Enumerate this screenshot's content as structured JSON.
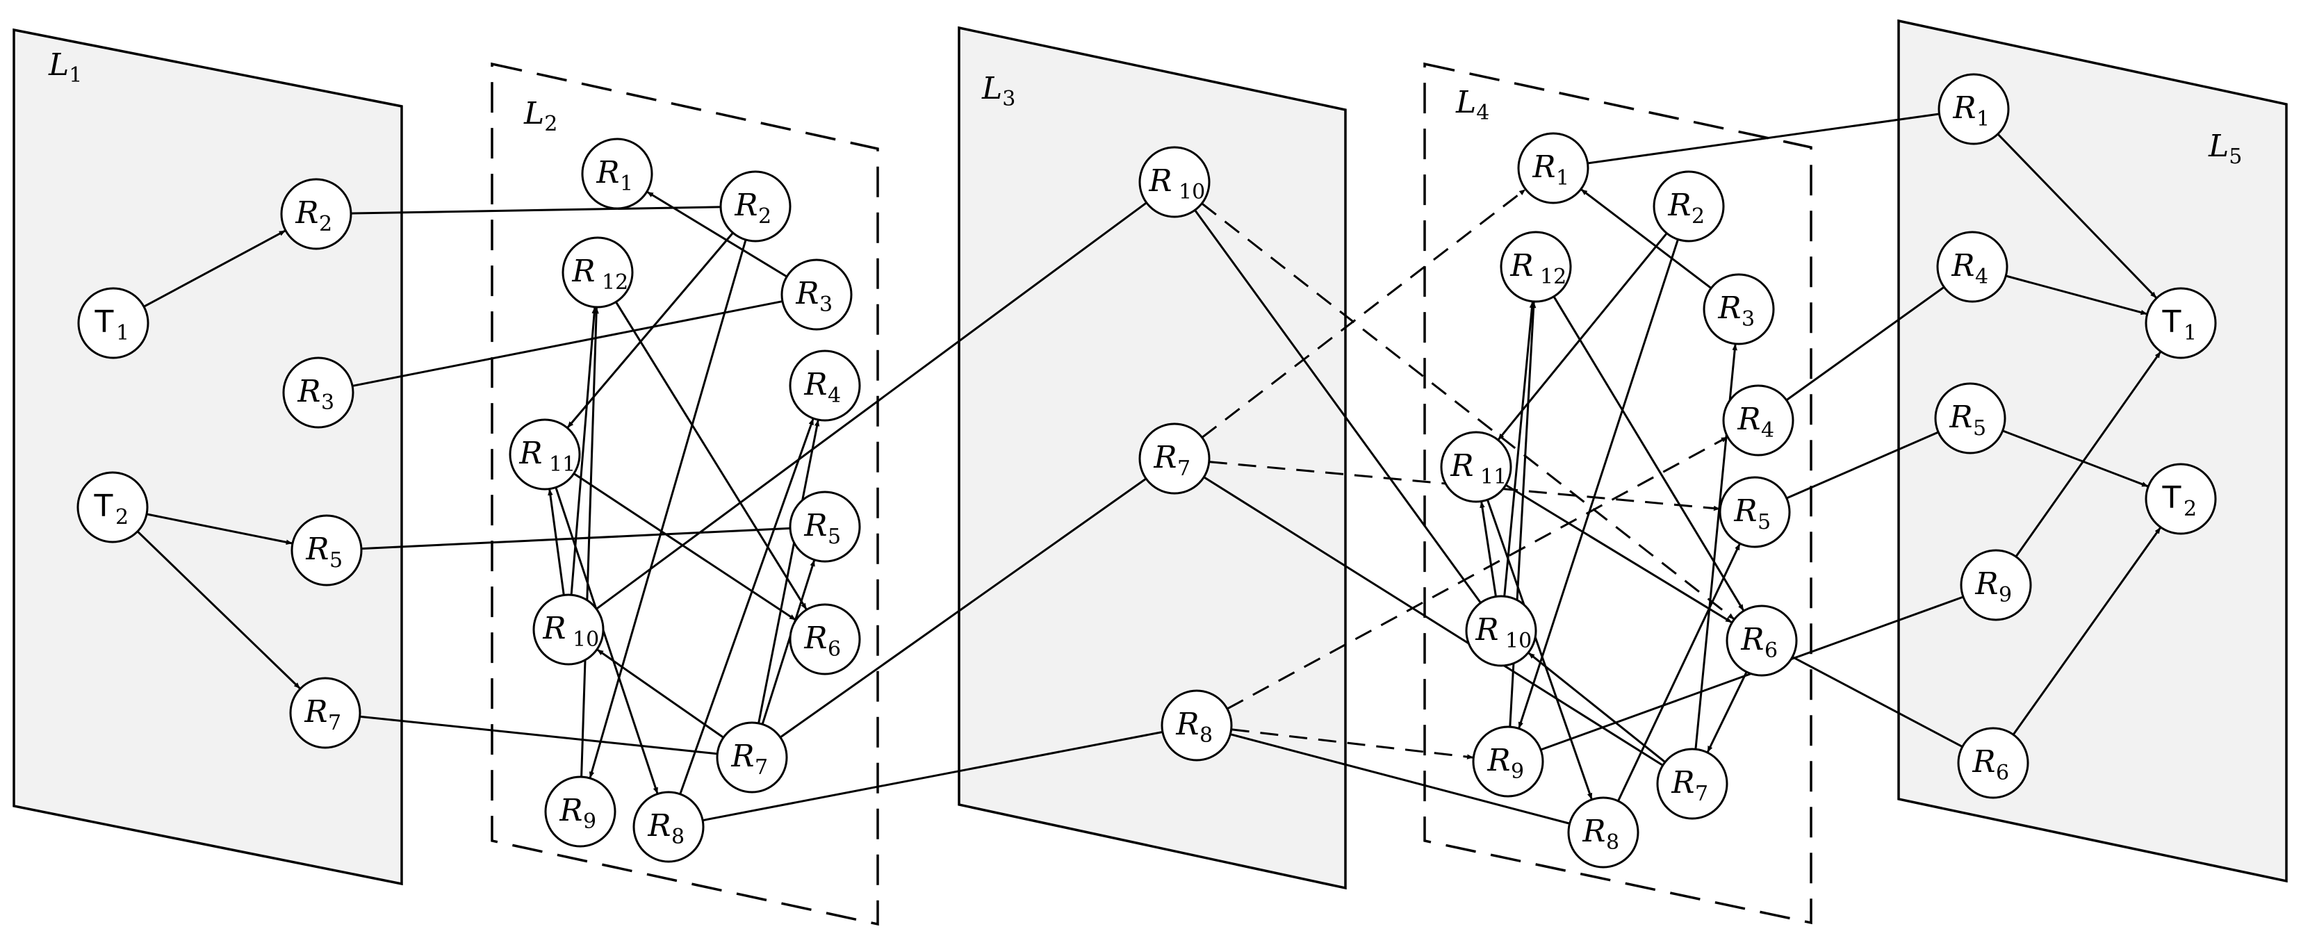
{
  "layers": [
    {
      "id": "L1",
      "label": "L",
      "sub": "1"
    },
    {
      "id": "L2",
      "label": "L",
      "sub": "2"
    },
    {
      "id": "L3",
      "label": "L",
      "sub": "3"
    },
    {
      "id": "L4",
      "label": "L",
      "sub": "4"
    },
    {
      "id": "L5",
      "label": "L",
      "sub": "5"
    }
  ],
  "nodes": [
    {
      "id": "L1-T1",
      "layer": "L1",
      "label": "T",
      "sub": "1",
      "kind": "T"
    },
    {
      "id": "L1-R2",
      "layer": "L1",
      "label": "R",
      "sub": "2",
      "kind": "R"
    },
    {
      "id": "L1-R3",
      "layer": "L1",
      "label": "R",
      "sub": "3",
      "kind": "R"
    },
    {
      "id": "L1-T2",
      "layer": "L1",
      "label": "T",
      "sub": "2",
      "kind": "T"
    },
    {
      "id": "L1-R5",
      "layer": "L1",
      "label": "R",
      "sub": "5",
      "kind": "R"
    },
    {
      "id": "L1-R7",
      "layer": "L1",
      "label": "R",
      "sub": "7",
      "kind": "R"
    },
    {
      "id": "L2-R1",
      "layer": "L2",
      "label": "R",
      "sub": "1",
      "kind": "R"
    },
    {
      "id": "L2-R2",
      "layer": "L2",
      "label": "R",
      "sub": "2",
      "kind": "R"
    },
    {
      "id": "L2-R12",
      "layer": "L2",
      "label": "R",
      "sub": "12",
      "kind": "R"
    },
    {
      "id": "L2-R3",
      "layer": "L2",
      "label": "R",
      "sub": "3",
      "kind": "R"
    },
    {
      "id": "L2-R4",
      "layer": "L2",
      "label": "R",
      "sub": "4",
      "kind": "R"
    },
    {
      "id": "L2-R11",
      "layer": "L2",
      "label": "R",
      "sub": "11",
      "kind": "R"
    },
    {
      "id": "L2-R5",
      "layer": "L2",
      "label": "R",
      "sub": "5",
      "kind": "R"
    },
    {
      "id": "L2-R10",
      "layer": "L2",
      "label": "R",
      "sub": "10",
      "kind": "R"
    },
    {
      "id": "L2-R6",
      "layer": "L2",
      "label": "R",
      "sub": "6",
      "kind": "R"
    },
    {
      "id": "L2-R7",
      "layer": "L2",
      "label": "R",
      "sub": "7",
      "kind": "R"
    },
    {
      "id": "L2-R9",
      "layer": "L2",
      "label": "R",
      "sub": "9",
      "kind": "R"
    },
    {
      "id": "L2-R8",
      "layer": "L2",
      "label": "R",
      "sub": "8",
      "kind": "R"
    },
    {
      "id": "L3-R10",
      "layer": "L3",
      "label": "R",
      "sub": "10",
      "kind": "R"
    },
    {
      "id": "L3-R7",
      "layer": "L3",
      "label": "R",
      "sub": "7",
      "kind": "R"
    },
    {
      "id": "L3-R8",
      "layer": "L3",
      "label": "R",
      "sub": "8",
      "kind": "R"
    },
    {
      "id": "L4-R1",
      "layer": "L4",
      "label": "R",
      "sub": "1",
      "kind": "R"
    },
    {
      "id": "L4-R2",
      "layer": "L4",
      "label": "R",
      "sub": "2",
      "kind": "R"
    },
    {
      "id": "L4-R12",
      "layer": "L4",
      "label": "R",
      "sub": "12",
      "kind": "R"
    },
    {
      "id": "L4-R3",
      "layer": "L4",
      "label": "R",
      "sub": "3",
      "kind": "R"
    },
    {
      "id": "L4-R4",
      "layer": "L4",
      "label": "R",
      "sub": "4",
      "kind": "R"
    },
    {
      "id": "L4-R11",
      "layer": "L4",
      "label": "R",
      "sub": "11",
      "kind": "R"
    },
    {
      "id": "L4-R5",
      "layer": "L4",
      "label": "R",
      "sub": "5",
      "kind": "R"
    },
    {
      "id": "L4-R10",
      "layer": "L4",
      "label": "R",
      "sub": "10",
      "kind": "R"
    },
    {
      "id": "L4-R6",
      "layer": "L4",
      "label": "R",
      "sub": "6",
      "kind": "R"
    },
    {
      "id": "L4-R9",
      "layer": "L4",
      "label": "R",
      "sub": "9",
      "kind": "R"
    },
    {
      "id": "L4-R7",
      "layer": "L4",
      "label": "R",
      "sub": "7",
      "kind": "R"
    },
    {
      "id": "L4-R8",
      "layer": "L4",
      "label": "R",
      "sub": "8",
      "kind": "R"
    },
    {
      "id": "L5-R1",
      "layer": "L5",
      "label": "R",
      "sub": "1",
      "kind": "R"
    },
    {
      "id": "L5-R4",
      "layer": "L5",
      "label": "R",
      "sub": "4",
      "kind": "R"
    },
    {
      "id": "L5-T1",
      "layer": "L5",
      "label": "T",
      "sub": "1",
      "kind": "T"
    },
    {
      "id": "L5-R5",
      "layer": "L5",
      "label": "R",
      "sub": "5",
      "kind": "R"
    },
    {
      "id": "L5-T2",
      "layer": "L5",
      "label": "T",
      "sub": "2",
      "kind": "T"
    },
    {
      "id": "L5-R9",
      "layer": "L5",
      "label": "R",
      "sub": "9",
      "kind": "R"
    },
    {
      "id": "L5-R6",
      "layer": "L5",
      "label": "R",
      "sub": "6",
      "kind": "R"
    }
  ],
  "edges": [
    {
      "from": "L1-T1",
      "to": "L1-R2",
      "style": "solid",
      "arrow": true
    },
    {
      "from": "L1-T2",
      "to": "L1-R5",
      "style": "solid",
      "arrow": true
    },
    {
      "from": "L1-T2",
      "to": "L1-R7",
      "style": "solid",
      "arrow": true
    },
    {
      "from": "L1-R2",
      "to": "L2-R2",
      "style": "solid",
      "arrow": false
    },
    {
      "from": "L1-R3",
      "to": "L2-R3",
      "style": "solid",
      "arrow": false
    },
    {
      "from": "L1-R5",
      "to": "L2-R5",
      "style": "solid",
      "arrow": false
    },
    {
      "from": "L1-R7",
      "to": "L2-R7",
      "style": "solid",
      "arrow": false
    },
    {
      "from": "L2-R3",
      "to": "L2-R1",
      "style": "solid",
      "arrow": true
    },
    {
      "from": "L2-R2",
      "to": "L2-R11",
      "style": "solid",
      "arrow": true
    },
    {
      "from": "L2-R2",
      "to": "L2-R9",
      "style": "solid",
      "arrow": true
    },
    {
      "from": "L2-R12",
      "to": "L2-R6",
      "style": "solid",
      "arrow": true
    },
    {
      "from": "L2-R11",
      "to": "L2-R6",
      "style": "solid",
      "arrow": true
    },
    {
      "from": "L2-R11",
      "to": "L2-R8",
      "style": "solid",
      "arrow": true
    },
    {
      "from": "L2-R10",
      "to": "L2-R11",
      "style": "solid",
      "arrow": true
    },
    {
      "from": "L2-R10",
      "to": "L2-R12",
      "style": "solid",
      "arrow": true
    },
    {
      "from": "L2-R9",
      "to": "L2-R12",
      "style": "solid",
      "arrow": true
    },
    {
      "from": "L2-R8",
      "to": "L2-R4",
      "style": "solid",
      "arrow": true
    },
    {
      "from": "L2-R7",
      "to": "L2-R10",
      "style": "solid",
      "arrow": true
    },
    {
      "from": "L2-R7",
      "to": "L2-R4",
      "style": "solid",
      "arrow": true
    },
    {
      "from": "L2-R7",
      "to": "L2-R5",
      "style": "solid",
      "arrow": true
    },
    {
      "from": "L2-R10",
      "to": "L3-R10",
      "style": "solid",
      "arrow": false
    },
    {
      "from": "L2-R7",
      "to": "L3-R7",
      "style": "solid",
      "arrow": false
    },
    {
      "from": "L2-R8",
      "to": "L3-R8",
      "style": "solid",
      "arrow": false
    },
    {
      "from": "L3-R10",
      "to": "L4-R10",
      "style": "solid",
      "arrow": false
    },
    {
      "from": "L3-R7",
      "to": "L4-R7",
      "style": "solid",
      "arrow": false
    },
    {
      "from": "L3-R8",
      "to": "L4-R8",
      "style": "solid",
      "arrow": false
    },
    {
      "from": "L3-R10",
      "to": "L4-R6",
      "style": "dashed",
      "arrow": true
    },
    {
      "from": "L3-R7",
      "to": "L4-R1",
      "style": "dashed",
      "arrow": true
    },
    {
      "from": "L3-R7",
      "to": "L4-R5",
      "style": "dashed",
      "arrow": true
    },
    {
      "from": "L3-R8",
      "to": "L4-R4",
      "style": "dashed",
      "arrow": true
    },
    {
      "from": "L3-R8",
      "to": "L4-R9",
      "style": "dashed",
      "arrow": true
    },
    {
      "from": "L4-R3",
      "to": "L4-R1",
      "style": "solid",
      "arrow": true
    },
    {
      "from": "L4-R2",
      "to": "L4-R11",
      "style": "solid",
      "arrow": true
    },
    {
      "from": "L4-R2",
      "to": "L4-R9",
      "style": "solid",
      "arrow": true
    },
    {
      "from": "L4-R12",
      "to": "L4-R6",
      "style": "solid",
      "arrow": true
    },
    {
      "from": "L4-R11",
      "to": "L4-R6",
      "style": "solid",
      "arrow": true
    },
    {
      "from": "L4-R11",
      "to": "L4-R8",
      "style": "solid",
      "arrow": true
    },
    {
      "from": "L4-R10",
      "to": "L4-R11",
      "style": "solid",
      "arrow": true
    },
    {
      "from": "L4-R10",
      "to": "L4-R12",
      "style": "solid",
      "arrow": true
    },
    {
      "from": "L4-R9",
      "to": "L4-R12",
      "style": "solid",
      "arrow": true
    },
    {
      "from": "L4-R8",
      "to": "L4-R5",
      "style": "solid",
      "arrow": true
    },
    {
      "from": "L4-R7",
      "to": "L4-R10",
      "style": "solid",
      "arrow": true
    },
    {
      "from": "L4-R7",
      "to": "L4-R3",
      "style": "solid",
      "arrow": true
    },
    {
      "from": "L4-R6",
      "to": "L4-R7",
      "style": "solid",
      "arrow": true
    },
    {
      "from": "L4-R1",
      "to": "L5-R1",
      "style": "solid",
      "arrow": false
    },
    {
      "from": "L4-R4",
      "to": "L5-R4",
      "style": "solid",
      "arrow": false
    },
    {
      "from": "L4-R5",
      "to": "L5-R5",
      "style": "solid",
      "arrow": false
    },
    {
      "from": "L4-R9",
      "to": "L5-R9",
      "style": "solid",
      "arrow": false
    },
    {
      "from": "L4-R6",
      "to": "L5-R6",
      "style": "solid",
      "arrow": false
    },
    {
      "from": "L5-R1",
      "to": "L5-T1",
      "style": "solid",
      "arrow": true
    },
    {
      "from": "L5-R4",
      "to": "L5-T1",
      "style": "solid",
      "arrow": true
    },
    {
      "from": "L5-R9",
      "to": "L5-T1",
      "style": "solid",
      "arrow": true
    },
    {
      "from": "L5-R5",
      "to": "L5-T2",
      "style": "solid",
      "arrow": true
    },
    {
      "from": "L5-R6",
      "to": "L5-T2",
      "style": "solid",
      "arrow": true
    }
  ]
}
